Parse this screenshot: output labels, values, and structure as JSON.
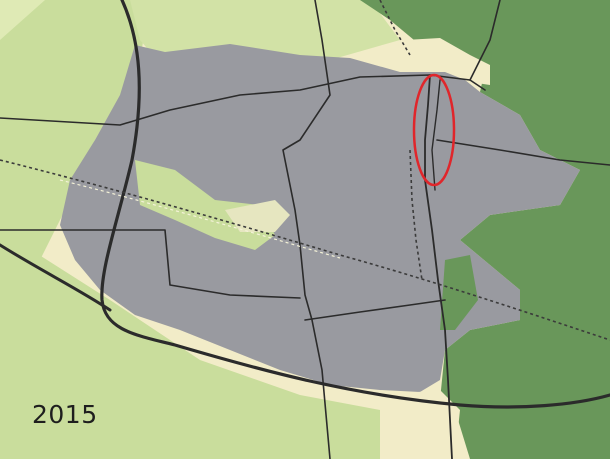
{
  "map": {
    "year_label": "2015",
    "colors": {
      "background": "#f2ecc8",
      "pale_green": "#dfeab5",
      "light_green": "#c9dd9c",
      "forest_green": "#69975a",
      "urban_gray": "#999aa0",
      "road": "#2b2b2b",
      "dashed_line": "#3b3b3b",
      "highlight_circle": "#e0262b"
    },
    "features": [
      {
        "kind": "urban-area",
        "color_key": "urban_gray"
      },
      {
        "kind": "forest",
        "color_key": "forest_green"
      },
      {
        "kind": "meadow",
        "color_key": "light_green"
      },
      {
        "kind": "roads",
        "color_key": "road"
      },
      {
        "kind": "railway-dashed",
        "color_key": "dashed_line"
      },
      {
        "kind": "highlight-circle",
        "color_key": "highlight_circle"
      }
    ]
  }
}
